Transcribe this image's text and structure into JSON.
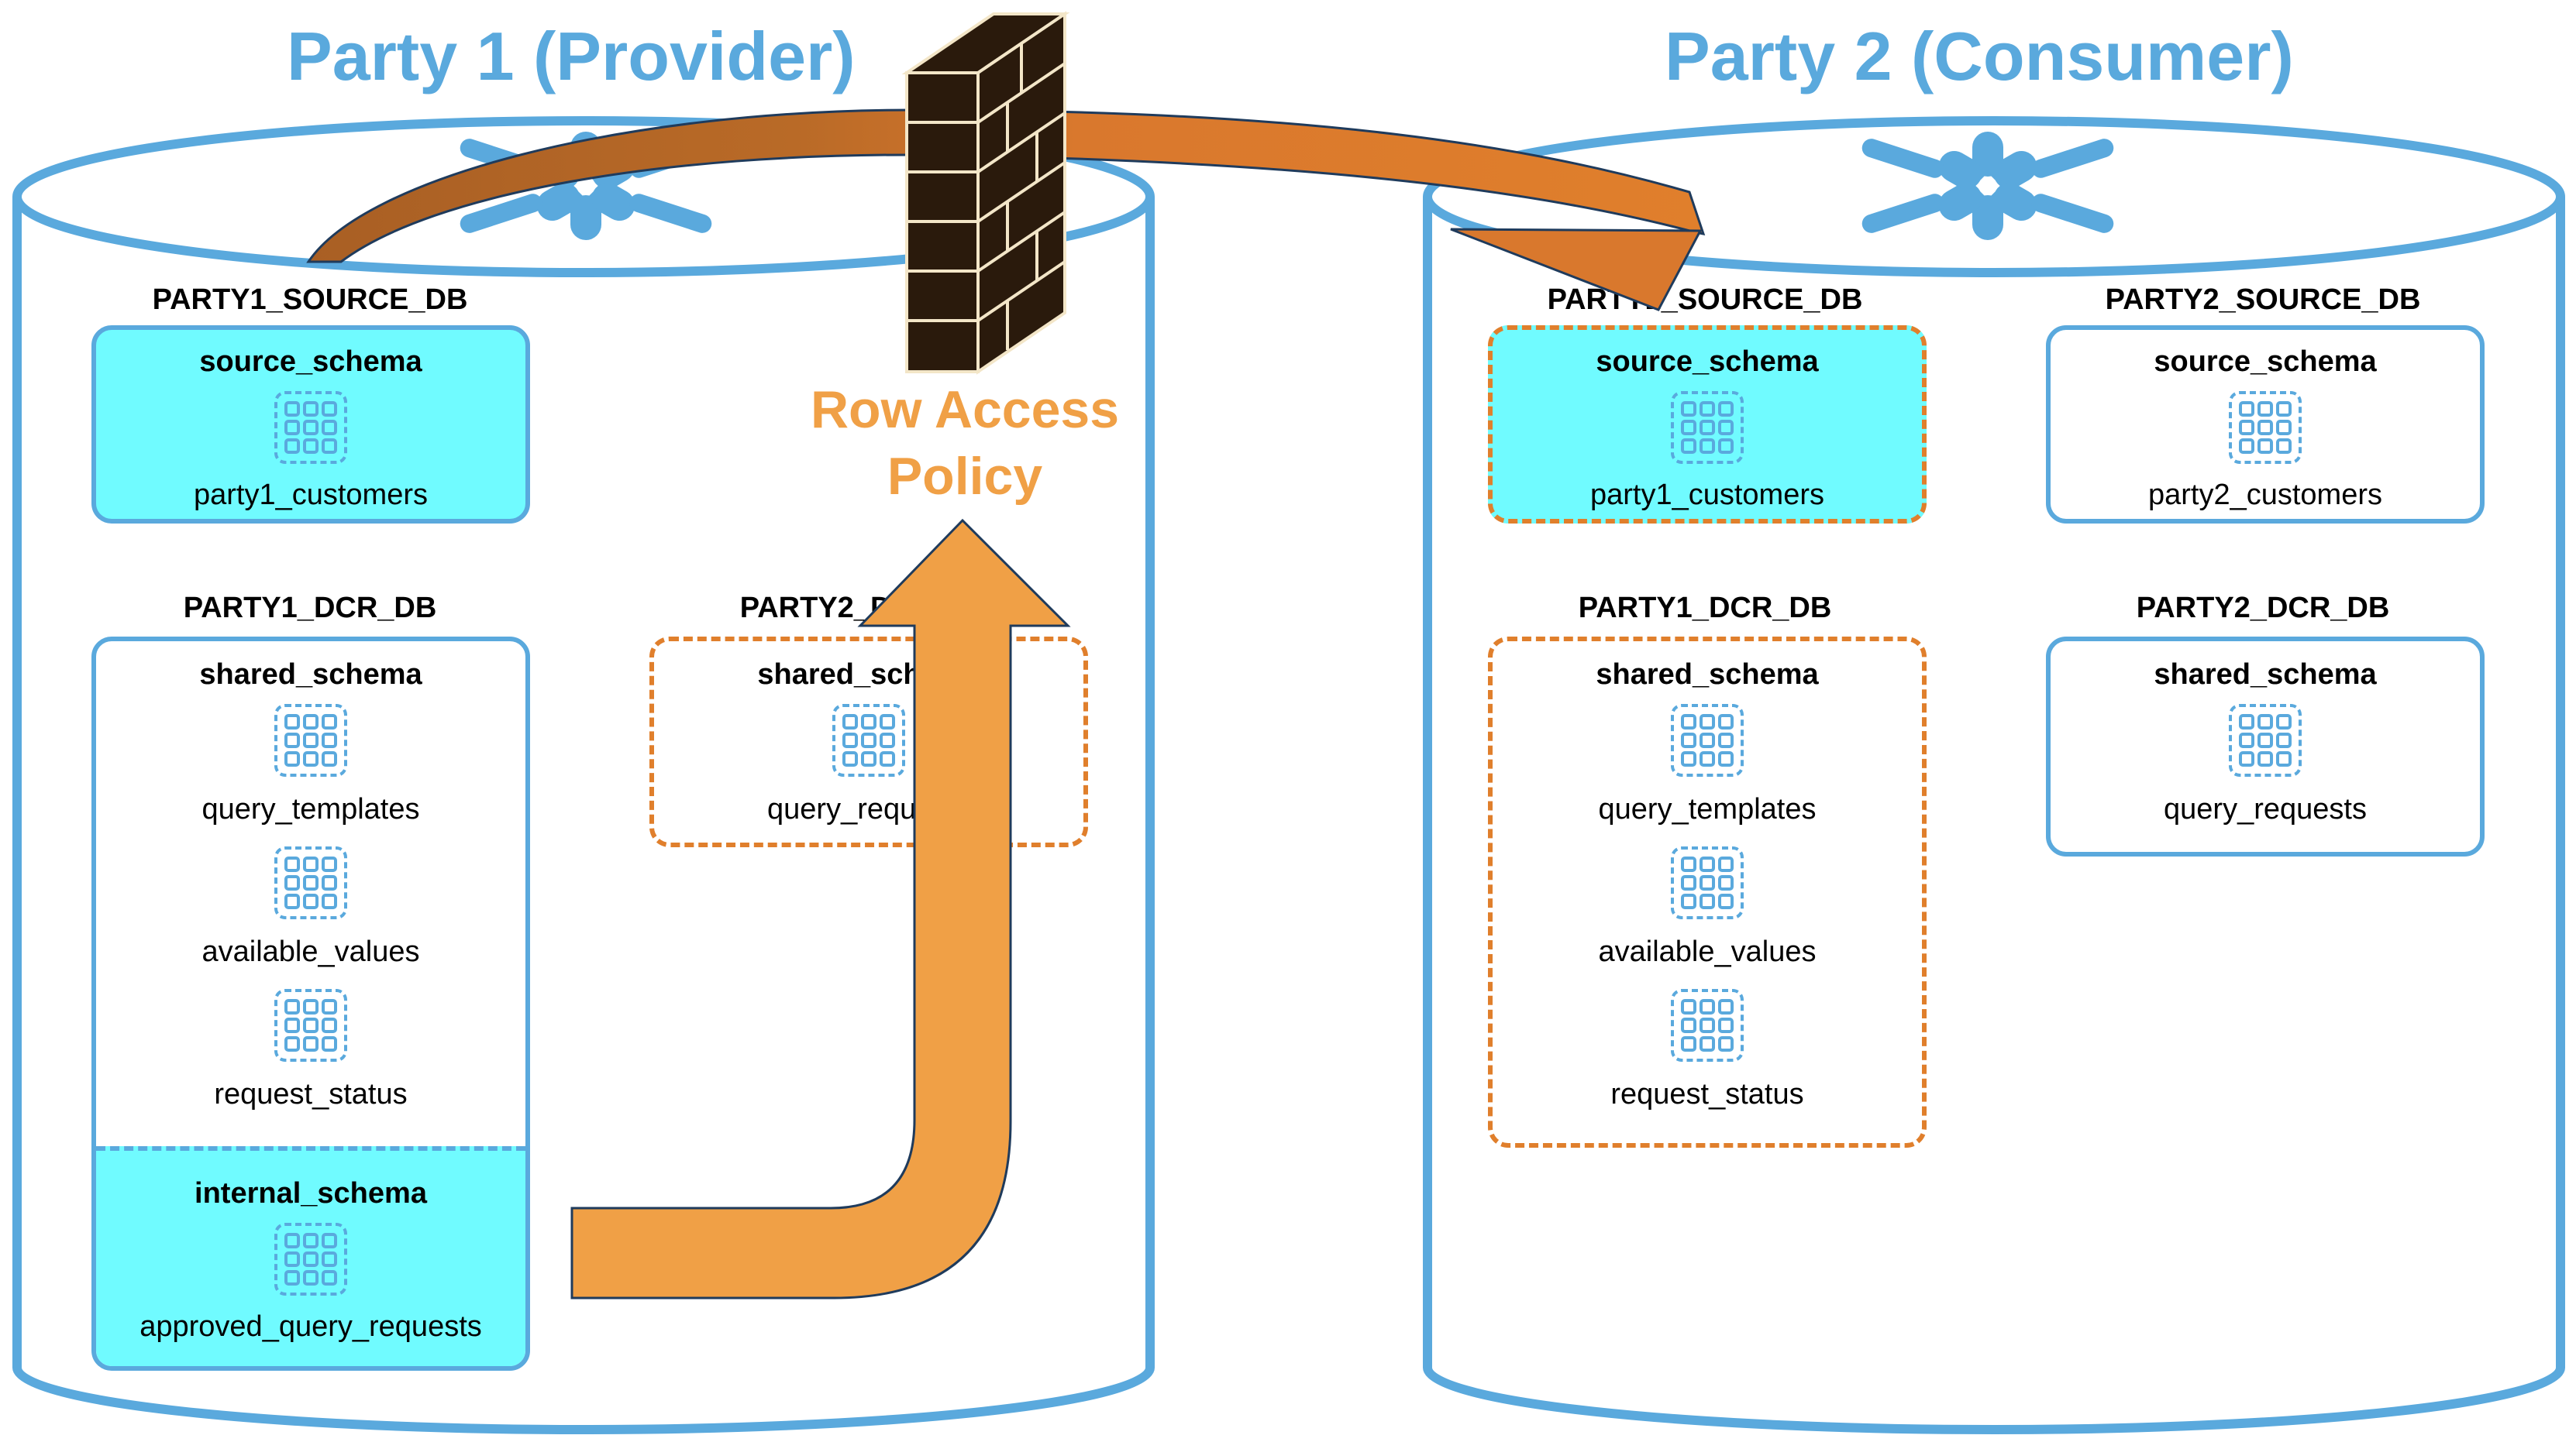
{
  "party1_title": "Party 1 (Provider)",
  "party2_title": "Party 2 (Consumer)",
  "policy_label": "Row Access Policy",
  "colors": {
    "title_blue": "#5aa9dd",
    "highlight_cyan": "#70fbff",
    "dashed_orange": "#e07f2c",
    "arrow_orange": "#f0a046",
    "arrow_brown": "#a95f24",
    "arrow_orange_dark": "#d9782d",
    "firewall": "#2a1a0c"
  },
  "icons": [
    "snowflake-icon",
    "table-icon",
    "firewall-icon"
  ],
  "party1": {
    "source_db": {
      "label": "PARTY1_SOURCE_DB",
      "schema": "source_schema",
      "tables": [
        "party1_customers"
      ]
    },
    "dcr_db": {
      "label": "PARTY1_DCR_DB",
      "shared_schema": "shared_schema",
      "shared_tables": [
        "query_templates",
        "available_values",
        "request_status"
      ],
      "internal_schema": "internal_schema",
      "internal_tables": [
        "approved_query_requests"
      ]
    },
    "party2_dcr_db": {
      "label": "PARTY2_DCR_DB",
      "schema": "shared_schema",
      "tables": [
        "query_requests"
      ]
    }
  },
  "party2": {
    "party1_source_db": {
      "label": "PARTY1_SOURCE_DB",
      "schema": "source_schema",
      "tables": [
        "party1_customers"
      ]
    },
    "party2_source_db": {
      "label": "PARTY2_SOURCE_DB",
      "schema": "source_schema",
      "tables": [
        "party2_customers"
      ]
    },
    "party1_dcr_db": {
      "label": "PARTY1_DCR_DB",
      "schema": "shared_schema",
      "tables": [
        "query_templates",
        "available_values",
        "request_status"
      ]
    },
    "party2_dcr_db": {
      "label": "PARTY2_DCR_DB",
      "schema": "shared_schema",
      "tables": [
        "query_requests"
      ]
    }
  }
}
